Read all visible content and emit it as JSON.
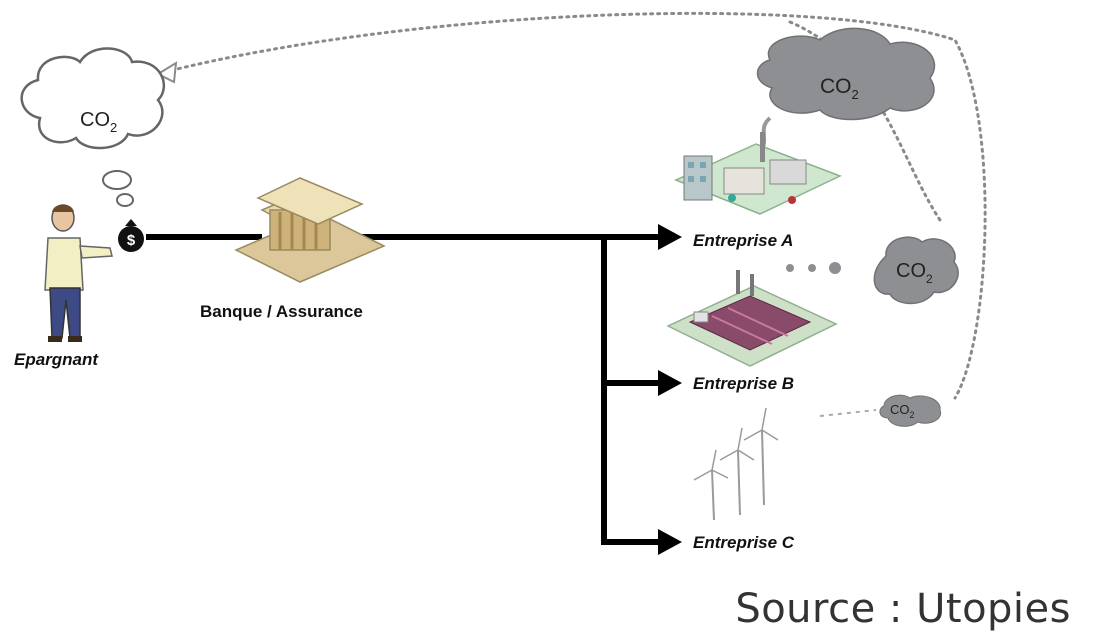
{
  "saver": {
    "label": "Epargnant",
    "thought_co2": "CO",
    "money_symbol": "$"
  },
  "bank": {
    "label": "Banque / Assurance"
  },
  "companies": [
    {
      "label": "Entreprise A",
      "emission": "CO"
    },
    {
      "label": "Entreprise B",
      "emission": "CO"
    },
    {
      "label": "Entreprise C"
    }
  ],
  "big_cloud": {
    "text": "CO"
  },
  "co2_subscript": "2",
  "source": "Source : Utopies",
  "colors": {
    "flow": "#000000",
    "dotted": "#8a8a8a",
    "cloud_grey": "#8d8f92",
    "thought_fill": "#ffffff"
  }
}
